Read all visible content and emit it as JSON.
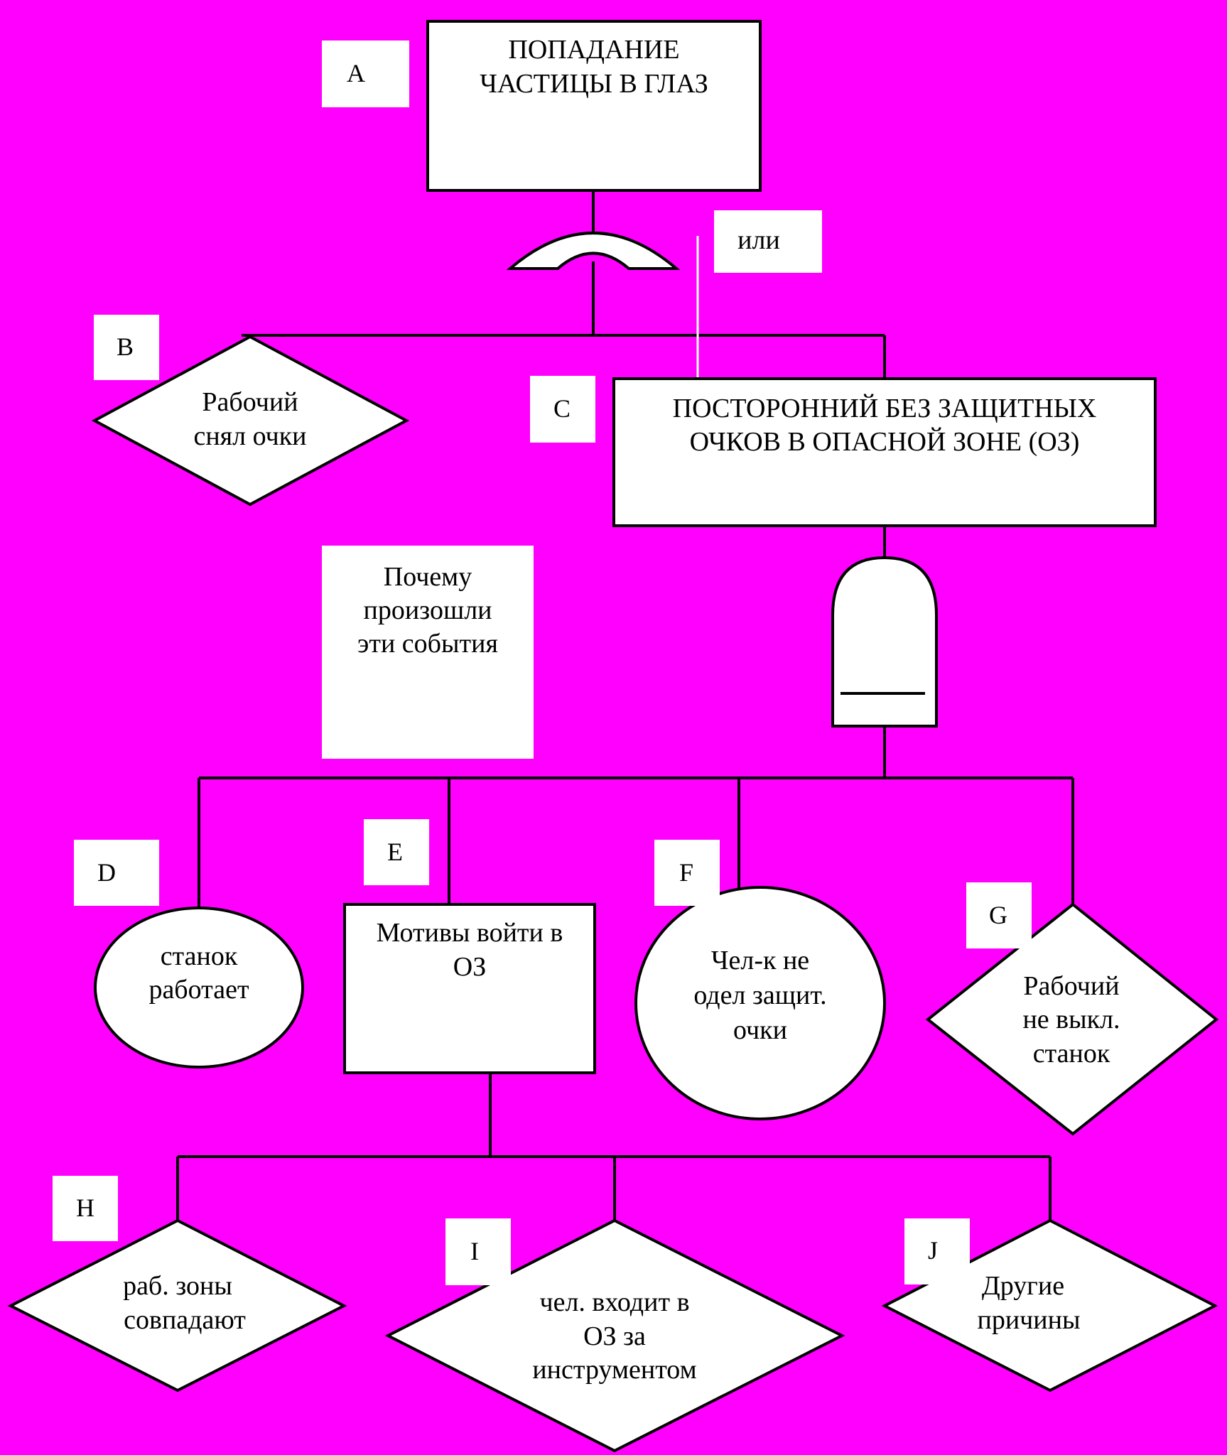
{
  "background": "#FF00FF",
  "gate_or_label": "или",
  "question_note": [
    "Почему",
    "произошли",
    "эти события"
  ],
  "nodes": [
    {
      "letter": "A",
      "shape": "rect",
      "lines": [
        "ПОПАДАНИЕ",
        "ЧАСТИЦЫ В ГЛАЗ"
      ]
    },
    {
      "letter": "B",
      "shape": "diamond",
      "lines": [
        "Рабочий",
        "снял очки"
      ]
    },
    {
      "letter": "C",
      "shape": "rect",
      "lines": [
        "ПОСТОРОННИЙ БЕЗ ЗАЩИТНЫХ",
        "ОЧКОВ В ОПАСНОЙ ЗОНЕ (ОЗ)"
      ]
    },
    {
      "letter": "D",
      "shape": "ellipse",
      "lines": [
        "станок",
        "работает"
      ]
    },
    {
      "letter": "E",
      "shape": "rect",
      "lines": [
        "Мотивы войти в",
        "ОЗ"
      ]
    },
    {
      "letter": "F",
      "shape": "ellipse",
      "lines": [
        "Чел-к не",
        "одел защит.",
        "очки"
      ]
    },
    {
      "letter": "G",
      "shape": "diamond",
      "lines": [
        "Рабочий",
        "не выкл.",
        "станок"
      ]
    },
    {
      "letter": "H",
      "shape": "diamond",
      "lines": [
        "раб. зоны",
        "совпадают"
      ]
    },
    {
      "letter": "I",
      "shape": "diamond",
      "lines": [
        "чел. входит  в",
        "ОЗ за",
        "инструментом"
      ]
    },
    {
      "letter": "J",
      "shape": "diamond",
      "lines": [
        "Другие",
        "причины"
      ]
    }
  ]
}
